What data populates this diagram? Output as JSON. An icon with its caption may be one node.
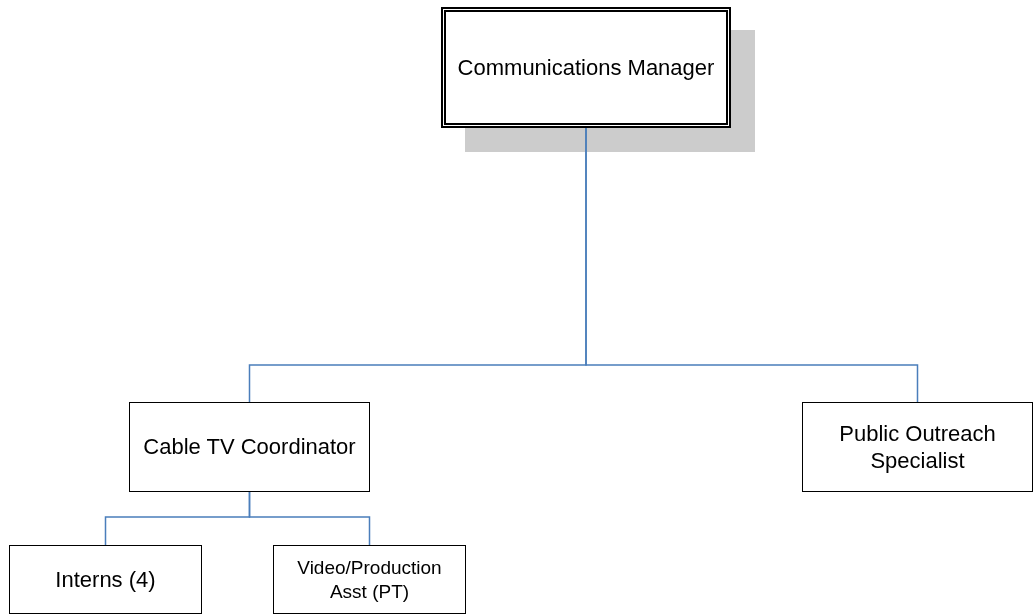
{
  "diagram": {
    "nodes": [
      {
        "text": [
          "Communications Manager"
        ]
      },
      {
        "text": [
          "Cable TV Coordinator"
        ]
      },
      {
        "text": [
          "Public Outreach Specialist"
        ]
      },
      {
        "text": [
          "Interns (4)"
        ]
      },
      {
        "text": [
          "Video/Production Asst (PT)"
        ]
      }
    ],
    "edges": [
      {
        "from": 0,
        "to": 1,
        "arrow": "none"
      },
      {
        "from": 0,
        "to": 2,
        "arrow": "none"
      },
      {
        "from": 1,
        "to": 3,
        "arrow": "none"
      },
      {
        "from": 1,
        "to": 4,
        "arrow": "none"
      }
    ]
  }
}
